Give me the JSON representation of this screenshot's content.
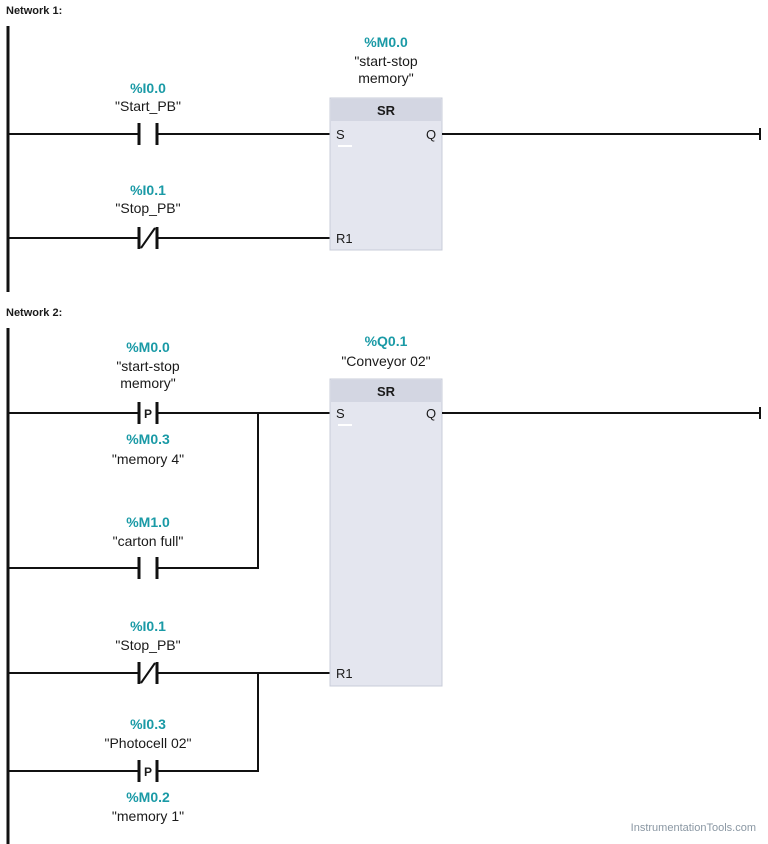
{
  "networks": [
    {
      "title": "Network 1:",
      "block": {
        "address": "%M0.0",
        "tag_lines": [
          "\"start-stop",
          "memory\""
        ],
        "type": "SR",
        "pins": {
          "set": "S",
          "reset": "R1",
          "output": "Q"
        }
      },
      "contacts": [
        {
          "id": "n1-start",
          "kind": "NO",
          "address": "%I0.0",
          "tag_lines": [
            "\"Start_PB\""
          ]
        },
        {
          "id": "n1-stop",
          "kind": "NC",
          "address": "%I0.1",
          "tag_lines": [
            "\"Stop_PB\""
          ]
        }
      ]
    },
    {
      "title": "Network 2:",
      "block": {
        "address": "%Q0.1",
        "tag_lines": [
          "\"Conveyor 02\""
        ],
        "type": "SR",
        "pins": {
          "set": "S",
          "reset": "R1",
          "output": "Q"
        }
      },
      "contacts": [
        {
          "id": "n2-ptrig-1",
          "kind": "P",
          "flag": "P",
          "address": "%M0.0",
          "tag_lines": [
            "\"start-stop",
            "memory\""
          ],
          "edge_address": "%M0.3",
          "edge_tag": "\"memory 4\""
        },
        {
          "id": "n2-carton",
          "kind": "NO",
          "address": "%M1.0",
          "tag_lines": [
            "\"carton full\""
          ]
        },
        {
          "id": "n2-stop",
          "kind": "NC",
          "address": "%I0.1",
          "tag_lines": [
            "\"Stop_PB\""
          ]
        },
        {
          "id": "n2-ptrig-2",
          "kind": "P",
          "flag": "P",
          "address": "%I0.3",
          "tag_lines": [
            "\"Photocell 02\""
          ],
          "edge_address": "%M0.2",
          "edge_tag": "\"memory 1\""
        }
      ]
    }
  ],
  "watermark": "InstrumentationTools.com",
  "colors": {
    "address": "#1a9aa6",
    "block_fill": "#e4e6ef",
    "block_header": "#d3d6e2",
    "line": "#111111"
  }
}
